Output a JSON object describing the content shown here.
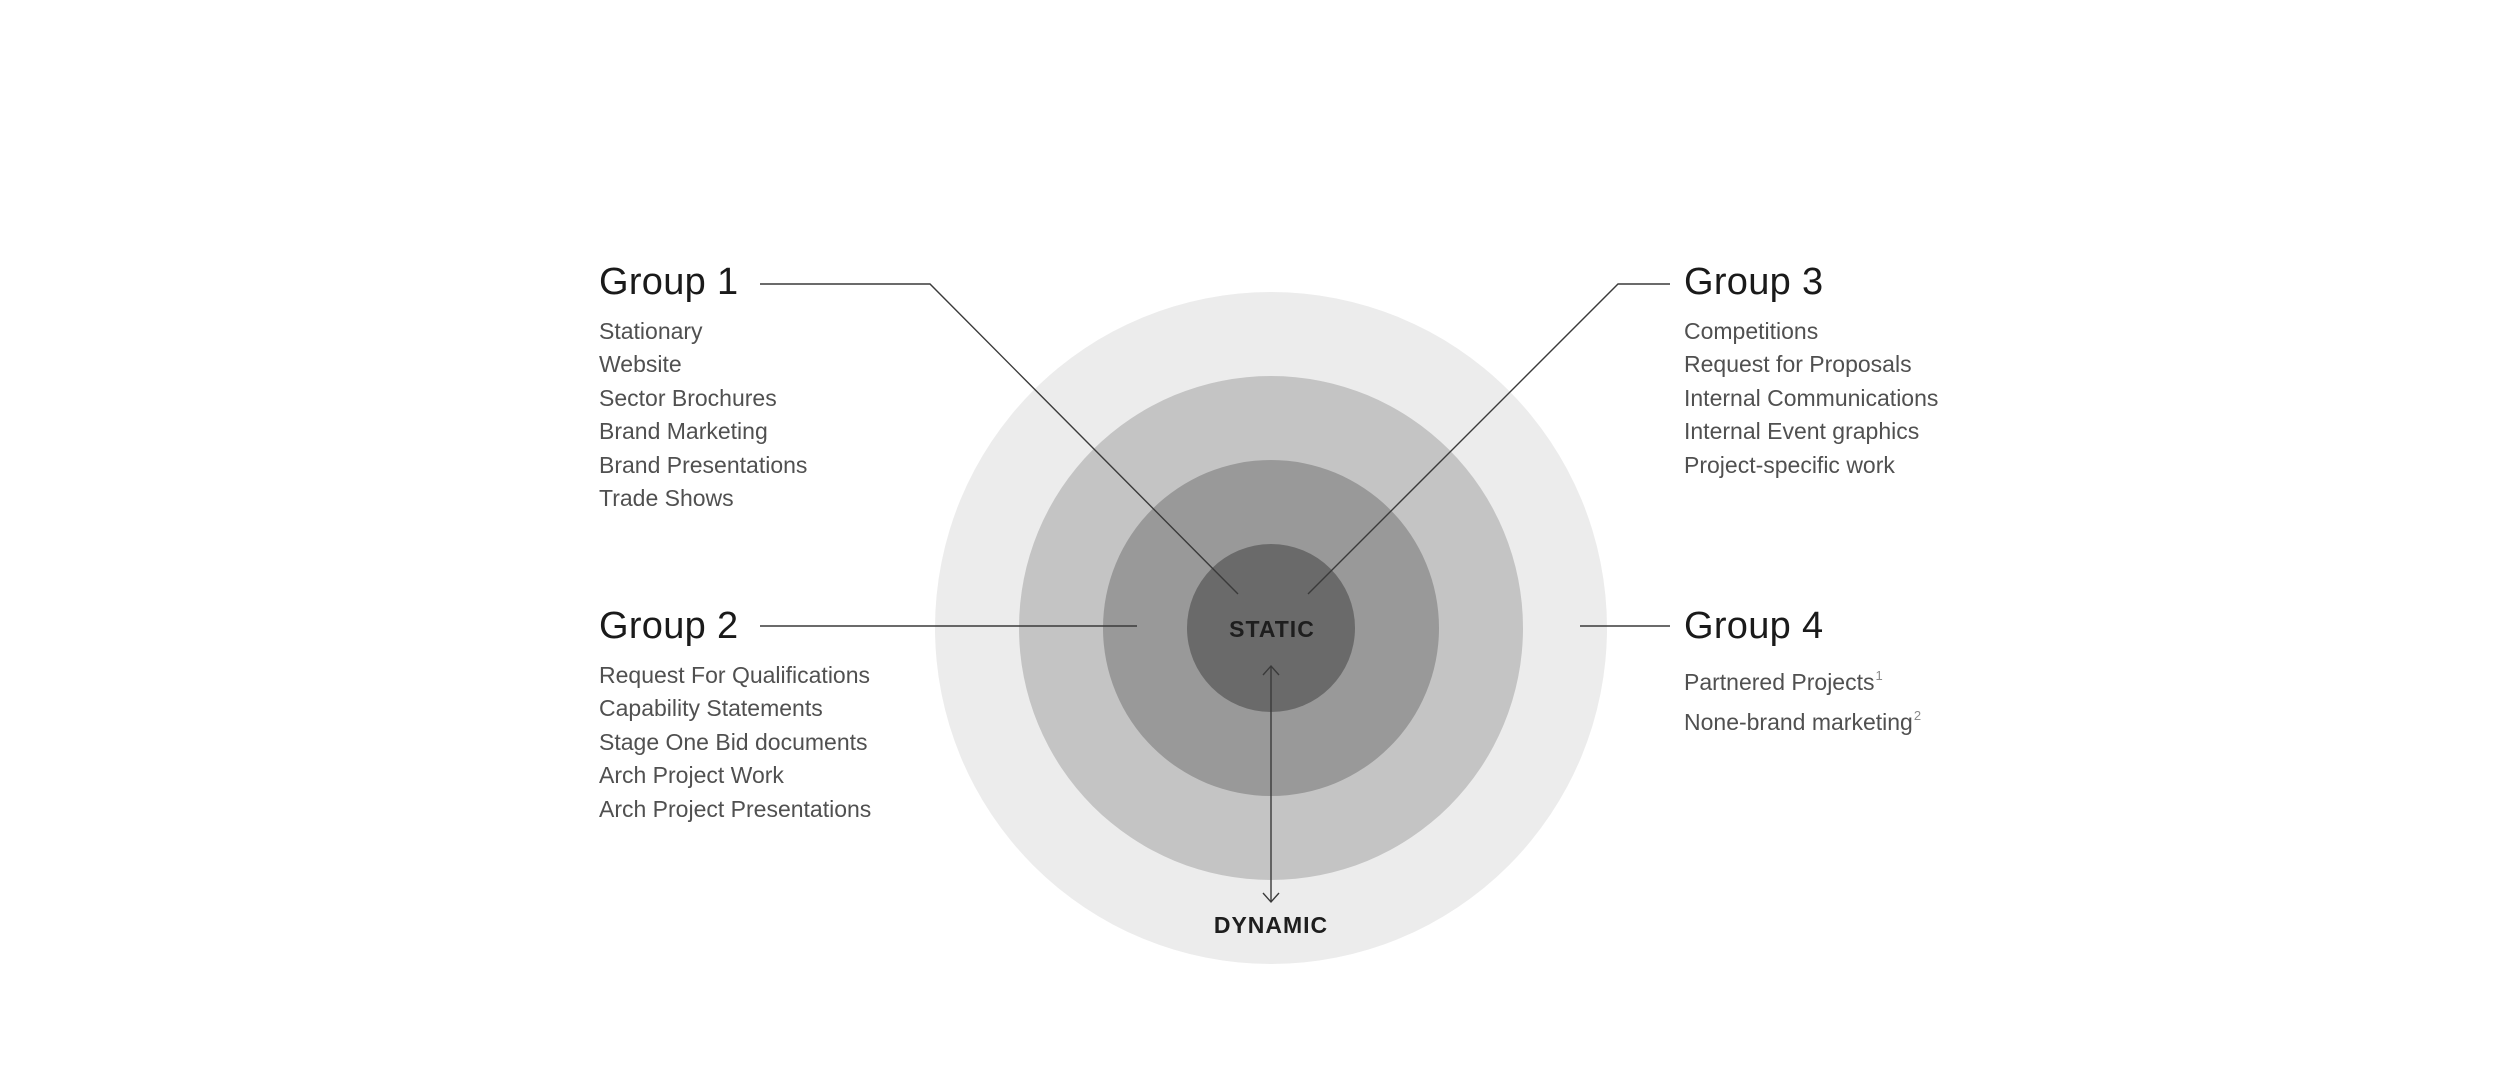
{
  "diagram": {
    "center_label": "STATIC",
    "outer_label": "DYNAMIC",
    "rings": [
      {
        "level": 1,
        "color": "#ececec"
      },
      {
        "level": 2,
        "color": "#c4c4c4"
      },
      {
        "level": 3,
        "color": "#999999"
      },
      {
        "level": 4,
        "color": "#6a6a6a"
      }
    ],
    "connector_color": "#3a3a3a"
  },
  "groups": [
    {
      "id": "group-1",
      "title": "Group 1",
      "items": [
        {
          "label": "Stationary"
        },
        {
          "label": "Website"
        },
        {
          "label": "Sector Brochures"
        },
        {
          "label": "Brand Marketing"
        },
        {
          "label": "Brand Presentations"
        },
        {
          "label": "Trade Shows"
        }
      ]
    },
    {
      "id": "group-2",
      "title": "Group 2",
      "items": [
        {
          "label": "Request For Qualifications"
        },
        {
          "label": "Capability Statements"
        },
        {
          "label": "Stage One Bid documents"
        },
        {
          "label": "Arch Project Work"
        },
        {
          "label": "Arch Project Presentations"
        }
      ]
    },
    {
      "id": "group-3",
      "title": "Group 3",
      "items": [
        {
          "label": "Competitions"
        },
        {
          "label": "Request for Proposals"
        },
        {
          "label": "Internal Communications"
        },
        {
          "label": "Internal Event graphics"
        },
        {
          "label": "Project-specific work"
        }
      ]
    },
    {
      "id": "group-4",
      "title": "Group 4",
      "items": [
        {
          "label": "Partnered Projects",
          "note": "1"
        },
        {
          "label": "None-brand marketing",
          "note": "2"
        }
      ]
    }
  ]
}
